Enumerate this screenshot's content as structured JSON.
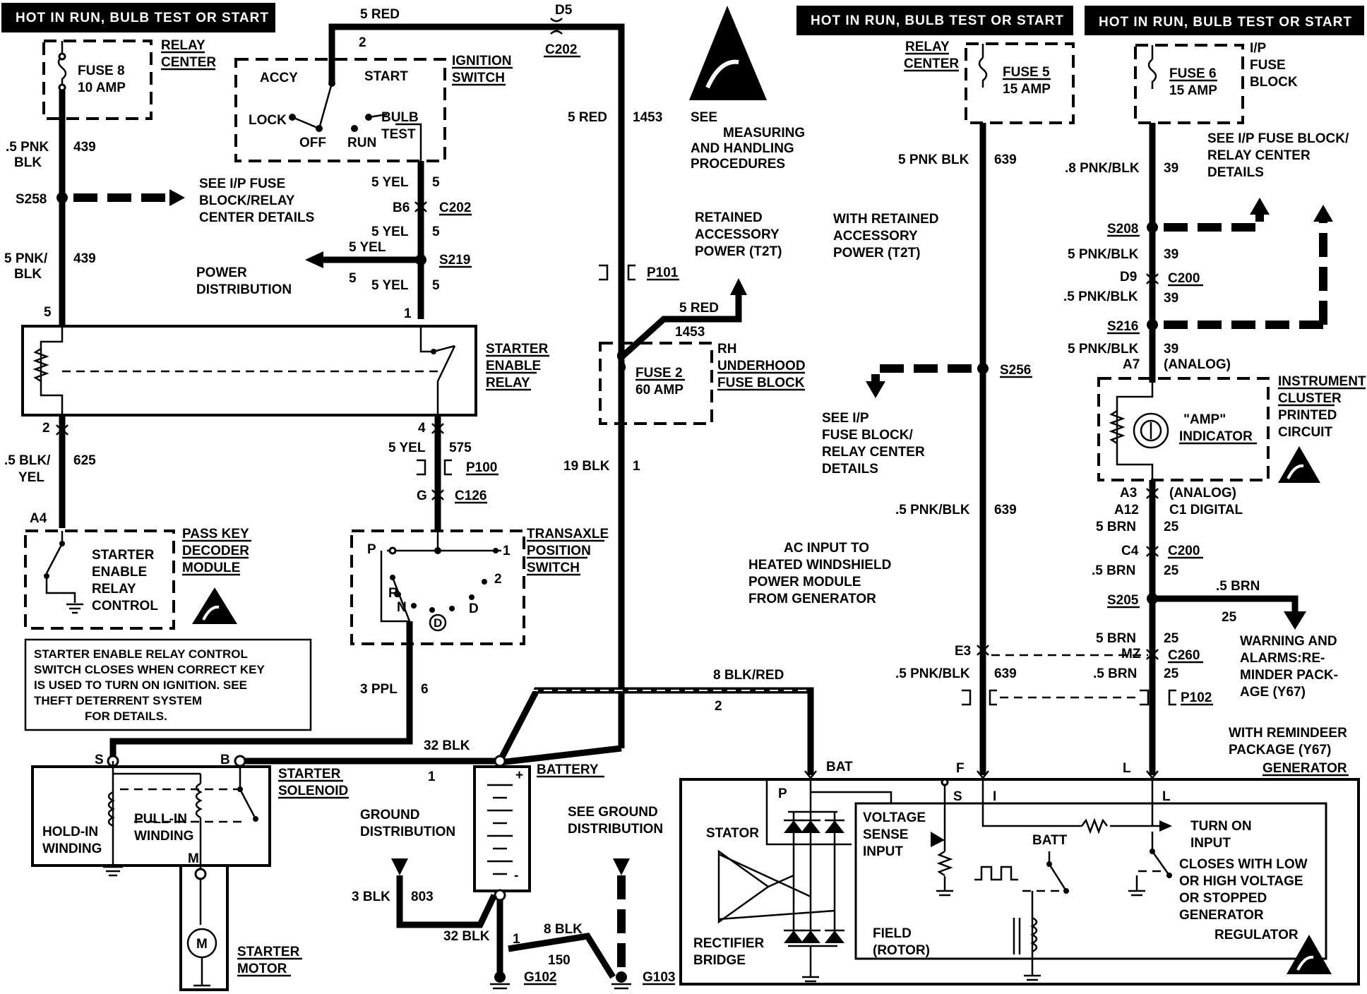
{
  "headers": {
    "left": "HOT IN RUN, BULB TEST OR START",
    "mid": "HOT IN RUN, BULB TEST OR START",
    "right": "HOT IN RUN, BULB TEST OR START"
  },
  "fuses": {
    "fuse8_name": "FUSE 8",
    "fuse8_rating": "10 AMP",
    "fuse5_name": "FUSE 5",
    "fuse5_rating": "15 AMP",
    "fuse6_name": "FUSE 6",
    "fuse6_rating": "15 AMP",
    "fuse2_name": "FUSE 2",
    "fuse2_rating": "60 AMP"
  },
  "locations": {
    "relay_center_1": "RELAY",
    "relay_center_2": "CENTER",
    "relay_center_b1": "RELAY",
    "relay_center_b2": "CENTER",
    "ip_fuse_1": "I/P",
    "ip_fuse_2": "FUSE",
    "ip_fuse_3": "BLOCK",
    "rh_1": "RH",
    "rh_2": "UNDERHOOD",
    "rh_3": "FUSE BLOCK"
  },
  "ignition": {
    "title1": "IGNITION",
    "title2": "SWITCH",
    "accy": "ACCY",
    "start": "START",
    "lock": "LOCK",
    "off": "OFF",
    "run": "RUN",
    "bulb": "BULB",
    "test": "TEST"
  },
  "wires": {
    "w_5red_top": "5 RED",
    "d5": "D5",
    "c202_top": "C202",
    "pin2": "2",
    "pnk1": ".5 PNK",
    "blk1": "BLK",
    "c439a": "439",
    "s258": "S258",
    "pnk2": "5 PNK/",
    "blk2": "BLK",
    "c439b": "439",
    "pin5": "5",
    "yel1": "5 YEL",
    "c5a": "5",
    "b6": "B6",
    "c202b": "C202",
    "yel2": "5 YEL",
    "c5b": "5",
    "yel3": "5 YEL",
    "s219": "S219",
    "c5c": "5",
    "yel4": "5 YEL",
    "c5d": "5",
    "pin1": "1",
    "red1453": "5 RED",
    "c1453": "1453",
    "p101": "P101",
    "red5": "5 RED",
    "c1453b": "1453",
    "pin2b": "2",
    "blkyel1": ".5 BLK/",
    "blkyel2": "YEL",
    "c625": "625",
    "pin4": "4",
    "yel575": "5 YEL",
    "c575": "575",
    "p100": "P100",
    "g": "G",
    "c126": "C126",
    "blk19": "19 BLK",
    "c1": "1",
    "a4": "A4",
    "ppl": "3 PPL",
    "c6": "6",
    "blkred": "8 BLK/RED",
    "c2": "2",
    "blk32": "32 BLK",
    "c1b": "1",
    "blk3": "3 BLK",
    "c803": "803",
    "blk32b": "32 BLK",
    "c1c": "1",
    "blk8": "8 BLK",
    "c150": "150",
    "g102": "G102",
    "g103": "G103",
    "pnkblk639": "5 PNK BLK",
    "c639": "639",
    "pnkblk39": ".8 PNK/BLK",
    "c39": "39",
    "s208": "S208",
    "pnkblk39b": "5 PNK/BLK",
    "c39b": "39",
    "d9": "D9",
    "c200": "C200",
    "pnkblk39c": ".5 PNK/BLK",
    "c39c": "39",
    "s216": "S216",
    "pnkblk39d": "5 PNK/BLK",
    "c39d": "39",
    "a7": "A7",
    "analog1": "(ANALOG)",
    "s256": "S256",
    "pnkblk639b": ".5 PNK/BLK",
    "c639b": "639",
    "a3": "A3",
    "analog2": "(ANALOG)",
    "a12": "A12",
    "c1dig": "C1 DIGITAL",
    "brn1": "5 BRN",
    "c25a": "25",
    "c4": "C4",
    "c200b": "C200",
    "brn2": ".5 BRN",
    "c25b": "25",
    "s205": "S205",
    "brn3": ".5 BRN",
    "c25c": "25",
    "e3": "E3",
    "brn4": "5 BRN",
    "c25d": "25",
    "mz": "MZ",
    "c260": "C260",
    "pnkblk639c": ".5 PNK/BLK",
    "c639c": "639",
    "brn5": ".5 BRN",
    "c25e": "25",
    "p102": "P102"
  },
  "notes": {
    "see_ip1": "SEE I/P FUSE",
    "see_ip2": "BLOCK/RELAY",
    "see_ip3": "CENTER DETAILS",
    "power1": "POWER",
    "power2": "DISTRIBUTION",
    "see_meas1": "SEE",
    "see_meas2": "MEASURING",
    "see_meas3": "AND HANDLING",
    "see_meas4": "PROCEDURES",
    "ret1": "RETAINED",
    "ret2": "ACCESSORY",
    "ret3": "POWER (T2T)",
    "wret1": "WITH RETAINED",
    "wret2": "ACCESSORY",
    "wret3": "POWER (T2T)",
    "seeipr1": "SEE I/P FUSE BLOCK/",
    "seeipr2": "RELAY CENTER",
    "seeipr3": "DETAILS",
    "seeip_mid1": "SEE I/P",
    "seeip_mid2": "FUSE BLOCK/",
    "seeip_mid3": "RELAY CENTER",
    "seeip_mid4": "DETAILS",
    "ac1": "AC INPUT TO",
    "ac2": "HEATED WINDSHIELD",
    "ac3": "POWER MODULE",
    "ac4": "FROM GENERATOR",
    "warn1": "WARNING  AND",
    "warn2": "ALARMS:RE-",
    "warn3": "MINDER PACK-",
    "warn4": "AGE (Y67)",
    "wrem1": "WITH REMINDEER",
    "wrem2": "PACKAGE (Y67)",
    "gnd1": "GROUND",
    "gnd2": "DISTRIBUTION",
    "seegnd1": "SEE GROUND",
    "seegnd2": "DISTRIBUTION",
    "theft1": "STARTER ENABLE RELAY CONTROL",
    "theft2": "SWITCH CLOSES WHEN CORRECT KEY",
    "theft3": "IS USED TO TURN ON IGNITION.  SEE",
    "theft4": "THEFT DETERRENT SYSTEM",
    "theft5": "FOR DETAILS."
  },
  "components": {
    "ser1": "STARTER",
    "ser2": "ENABLE",
    "ser3": "RELAY",
    "pk1": "PASS KEY",
    "pk2": "DECODER",
    "pk3": "MODULE",
    "sec1": "STARTER",
    "sec2": "ENABLE",
    "sec3": "RELAY",
    "sec4": "CONTROL",
    "tps1": "TRANSAXLE",
    "tps2": "POSITION",
    "tps3": "SWITCH",
    "tp_p": "P",
    "tp_1": "1",
    "tp_2": "2",
    "tp_r": "R",
    "tp_n": "N",
    "tp_d": "D",
    "tp_od": "D",
    "ic1": "INSTRUMENT",
    "ic2": "CLUSTER",
    "ic3": "PRINTED",
    "ic4": "CIRCUIT",
    "amp1": "\"AMP\"",
    "amp2": "INDICATOR",
    "ss1": "STARTER",
    "ss2": "SOLENOID",
    "s_term": "S",
    "b_term": "B",
    "m_term": "M",
    "hold1": "HOLD-IN",
    "hold2": "WINDING",
    "pull1": "PULL-IN",
    "pull2": "WINDING",
    "sm1": "STARTER",
    "sm2": "MOTOR",
    "motor": "M",
    "battery": "BATTERY",
    "plus": "+",
    "minus": "-",
    "gen": "GENERATOR",
    "bat": "BAT",
    "f": "F",
    "l": "L",
    "p": "P",
    "s": "S",
    "i": "I",
    "l2": "L",
    "stator": "STATOR",
    "rect1": "RECTIFIER",
    "rect2": "BRIDGE",
    "field1": "FIELD",
    "field2": "(ROTOR)",
    "regulator": "REGULATOR",
    "vs1": "VOLTAGE",
    "vs2": "SENSE",
    "vs3": "INPUT",
    "batt": "BATT",
    "turn1": "TURN ON",
    "turn2": "INPUT",
    "cl1": "CLOSES WITH LOW",
    "cl2": "OR HIGH VOLTAGE",
    "cl3": "OR STOPPED",
    "cl4": "GENERATOR"
  }
}
